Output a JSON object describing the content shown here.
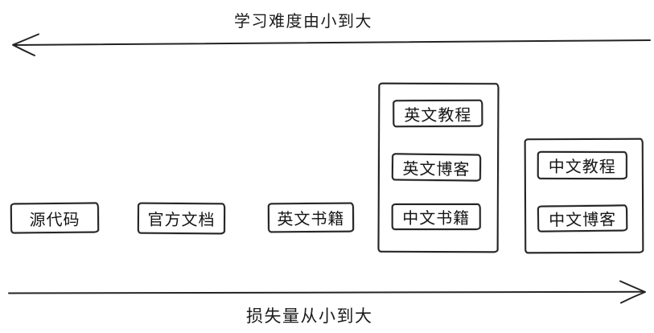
{
  "diagram": {
    "top_axis": {
      "label": "学习难度由小到大",
      "arrow_direction": "left"
    },
    "bottom_axis": {
      "label": "损失量从小到大",
      "arrow_direction": "right"
    },
    "items": [
      {
        "label": "源代码"
      },
      {
        "label": "官方文档"
      },
      {
        "label": "英文书籍"
      }
    ],
    "groups": [
      {
        "items": [
          {
            "label": "英文教程"
          },
          {
            "label": "英文博客"
          },
          {
            "label": "中文书籍"
          }
        ]
      },
      {
        "items": [
          {
            "label": "中文教程"
          },
          {
            "label": "中文博客"
          }
        ]
      }
    ],
    "colors": {
      "stroke": "#242424",
      "text": "#151515",
      "background": "#ffffff"
    }
  }
}
